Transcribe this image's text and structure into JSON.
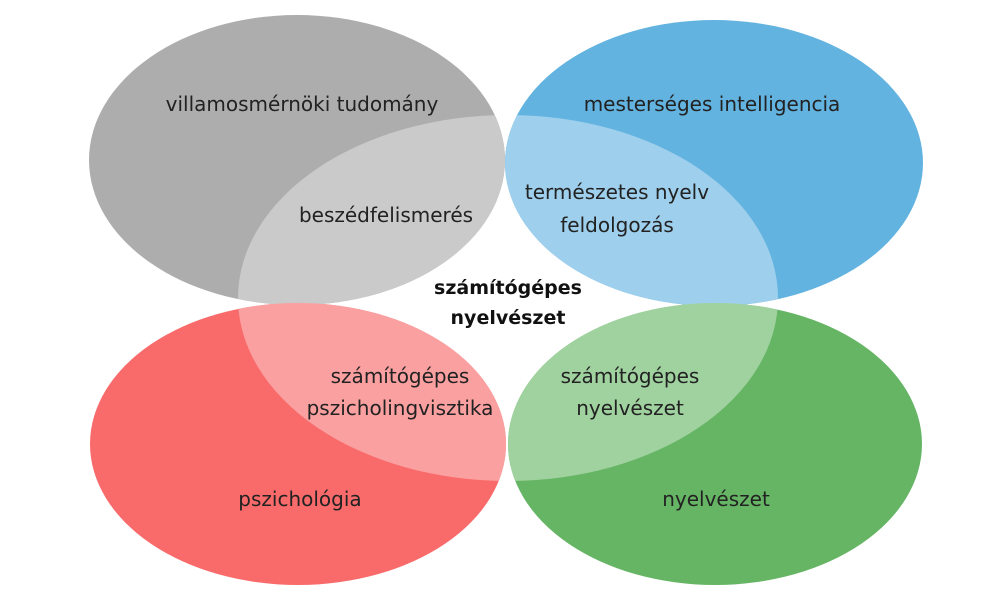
{
  "colors": {
    "electrical": "#adadae",
    "electrical_lens": "#cacacb",
    "ai": "#63b3e0",
    "ai_lens": "#9ecfec",
    "psychology": "#f96b6b",
    "psychology_lens": "#fba0a0",
    "linguistics": "#66b565",
    "linguistics_lens": "#a0d29f"
  },
  "fields": {
    "electrical_engineering": "villamosmérnöki tudomány",
    "artificial_intelligence": "mesterséges intelligencia",
    "psychology": "pszichológia",
    "linguistics": "nyelvészet"
  },
  "overlaps": {
    "speech_recognition": "beszédfelismerés",
    "nlp_line1": "természetes nyelv",
    "nlp_line2": "feldolgozás",
    "psycholinguistics_line1": "számítógépes",
    "psycholinguistics_line2": "pszicholingvisztika",
    "comp_linguistics_line1": "számítógépes",
    "comp_linguistics_line2": "nyelvészet"
  },
  "center": {
    "line1": "számítógépes",
    "line2": "nyelvészet"
  }
}
